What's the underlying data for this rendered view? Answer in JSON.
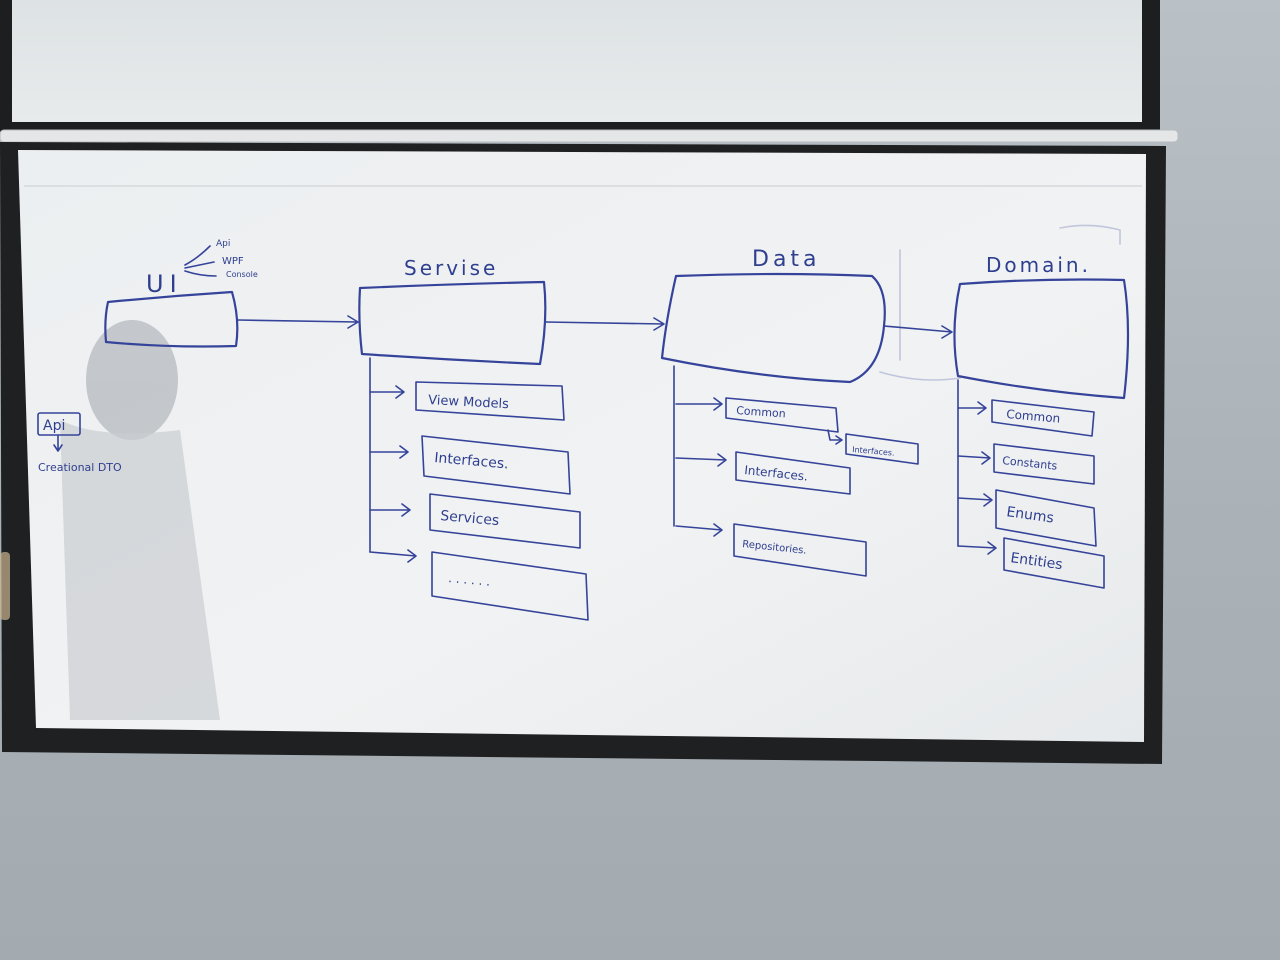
{
  "board": {
    "ui": {
      "title": "UI",
      "outputs": [
        "Api",
        "WPF",
        "Console"
      ]
    },
    "note": {
      "box": "Api",
      "caption": "Creational DTO"
    },
    "service": {
      "title": "Servise",
      "items": [
        "View Models",
        "Interfaces.",
        "Services",
        ". . .  . . ."
      ]
    },
    "data": {
      "title": "Data",
      "items": [
        "Common",
        "Interfaces.",
        "Repositories."
      ],
      "sub_item": "Interfaces."
    },
    "domain": {
      "title": "Domain.",
      "items": [
        "Common",
        "Constants",
        "Enums",
        "Entities"
      ]
    }
  },
  "colors": {
    "ink": "#35449a",
    "whiteboard": "#eef0f2",
    "frame": "#1f2022",
    "wall": "#adb5bb"
  }
}
